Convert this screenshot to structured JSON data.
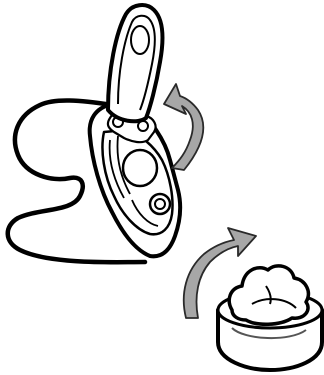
{
  "illustration": {
    "subject": "hearing-aid-battery-door-and-cleaning-pad",
    "colors": {
      "outline": "#000000",
      "fill": "#ffffff",
      "arrow": "#a7a7a7",
      "arrow_outline": "#2a2a2a",
      "shadow": "#555555"
    },
    "icons": {
      "open_door_arrow": "curved-arrow-up-right",
      "insert_arrow": "curved-arrow-up-right"
    }
  }
}
